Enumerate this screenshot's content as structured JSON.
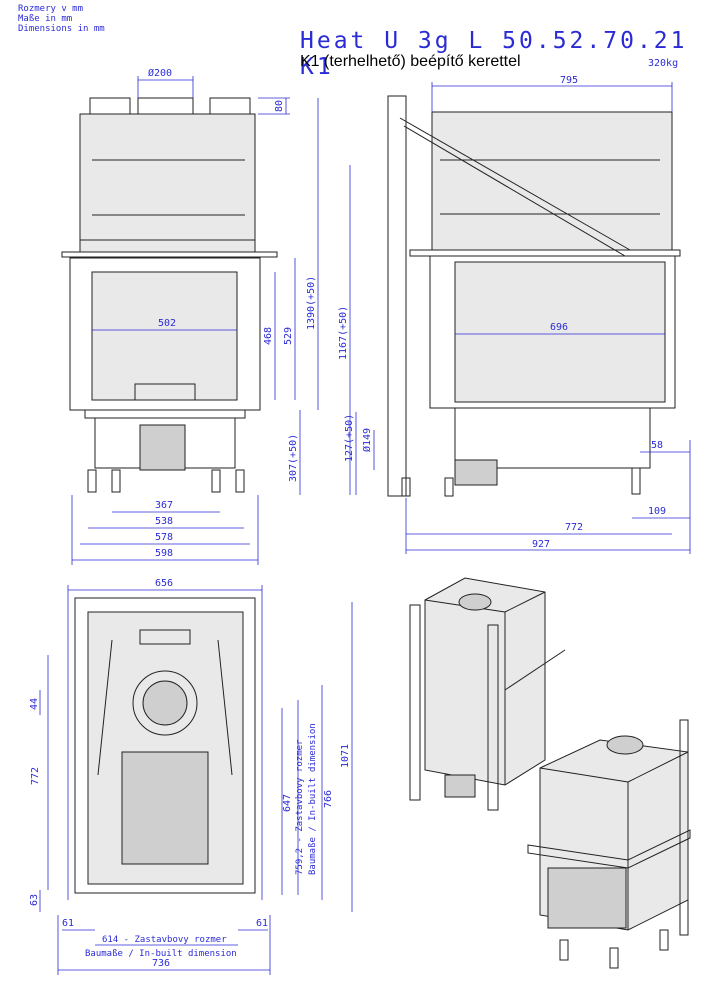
{
  "header": {
    "line1": "Rozmery v mm",
    "line2": "Maße in mm",
    "line3": "Dimensions in mm"
  },
  "title": "Heat U 3g L 50.52.70.21 K1",
  "subtitle": "K1 (terhelhető) beépítő kerettel",
  "weight": "320kg",
  "front_view": {
    "d_flue": "Ø200",
    "d80": "80",
    "d502": "502",
    "d468": "468",
    "d529": "529",
    "d1390": "1390(+50)",
    "d307": "307(+50)",
    "d367": "367",
    "d538": "538",
    "d578": "578",
    "d598": "598"
  },
  "side_view": {
    "d795": "795",
    "d1167": "1167(+50)",
    "d696": "696",
    "d127": "127(+50)",
    "d149": "Ø149",
    "d58": "58",
    "d109": "109",
    "d772": "772",
    "d927": "927"
  },
  "top_view": {
    "d656": "656",
    "d44": "44",
    "d772": "772",
    "d63": "63",
    "d647": "647",
    "d759": "759,2 - Zastavbovy rozmer",
    "d759b": "Baumaße / In-built dimension",
    "d766": "766",
    "d1071": "1071",
    "d61a": "61",
    "d61b": "61",
    "d614": "614 - Zastavbovy rozmer",
    "d614b": "Baumaße / In-built dimension",
    "d736": "736"
  }
}
